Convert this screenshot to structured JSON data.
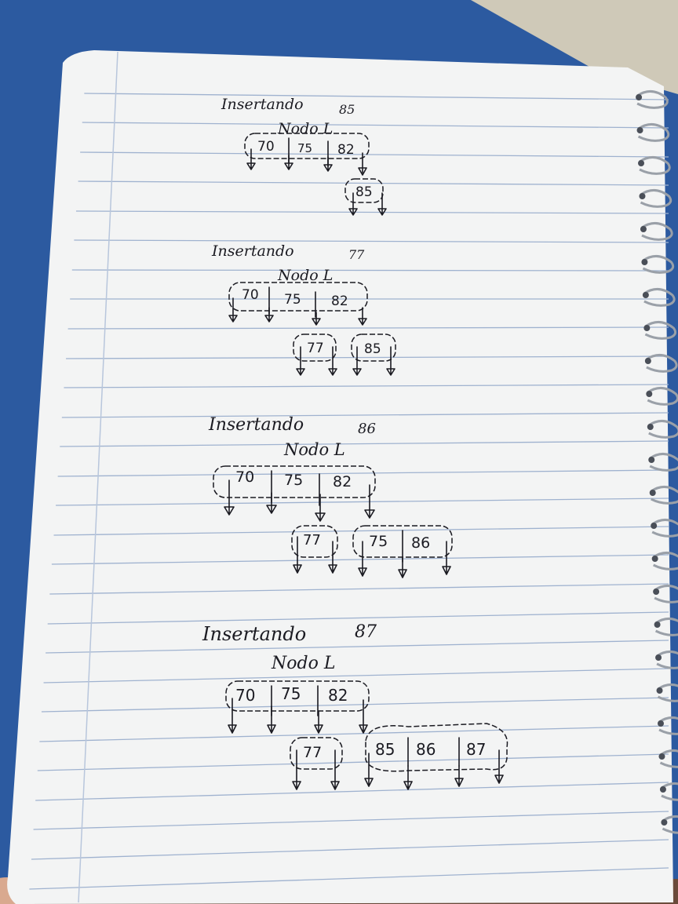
{
  "sections": [
    {
      "title": "Insertando",
      "value": "85",
      "node_label": "Nodo L",
      "root_keys": [
        "70",
        "75",
        "82"
      ],
      "children": [
        {
          "keys": [
            "85"
          ]
        }
      ]
    },
    {
      "title": "Insertando",
      "value": "77",
      "node_label": "Nodo L",
      "root_keys": [
        "70",
        "75",
        "82"
      ],
      "children": [
        {
          "keys": [
            "77"
          ]
        },
        {
          "keys": [
            "85"
          ]
        }
      ]
    },
    {
      "title": "Insertando",
      "value": "86",
      "node_label": "Nodo L",
      "root_keys": [
        "70",
        "75",
        "82"
      ],
      "children": [
        {
          "keys": [
            "77"
          ]
        },
        {
          "keys": [
            "75",
            "86"
          ]
        }
      ]
    },
    {
      "title": "Insertando",
      "value": "87",
      "node_label": "Nodo L",
      "root_keys": [
        "70",
        "75",
        "82"
      ],
      "children": [
        {
          "keys": [
            "77"
          ]
        },
        {
          "keys": [
            "85",
            "86",
            "87"
          ]
        }
      ]
    }
  ],
  "colors": {
    "paper": "#f3f4f4",
    "rule_line": "#9fb2cf",
    "margin_line": "#b8c6dc",
    "ink": "#1b1b22",
    "desk": "#2c5aa0"
  },
  "icons": [
    "spiral-binding-icon"
  ]
}
